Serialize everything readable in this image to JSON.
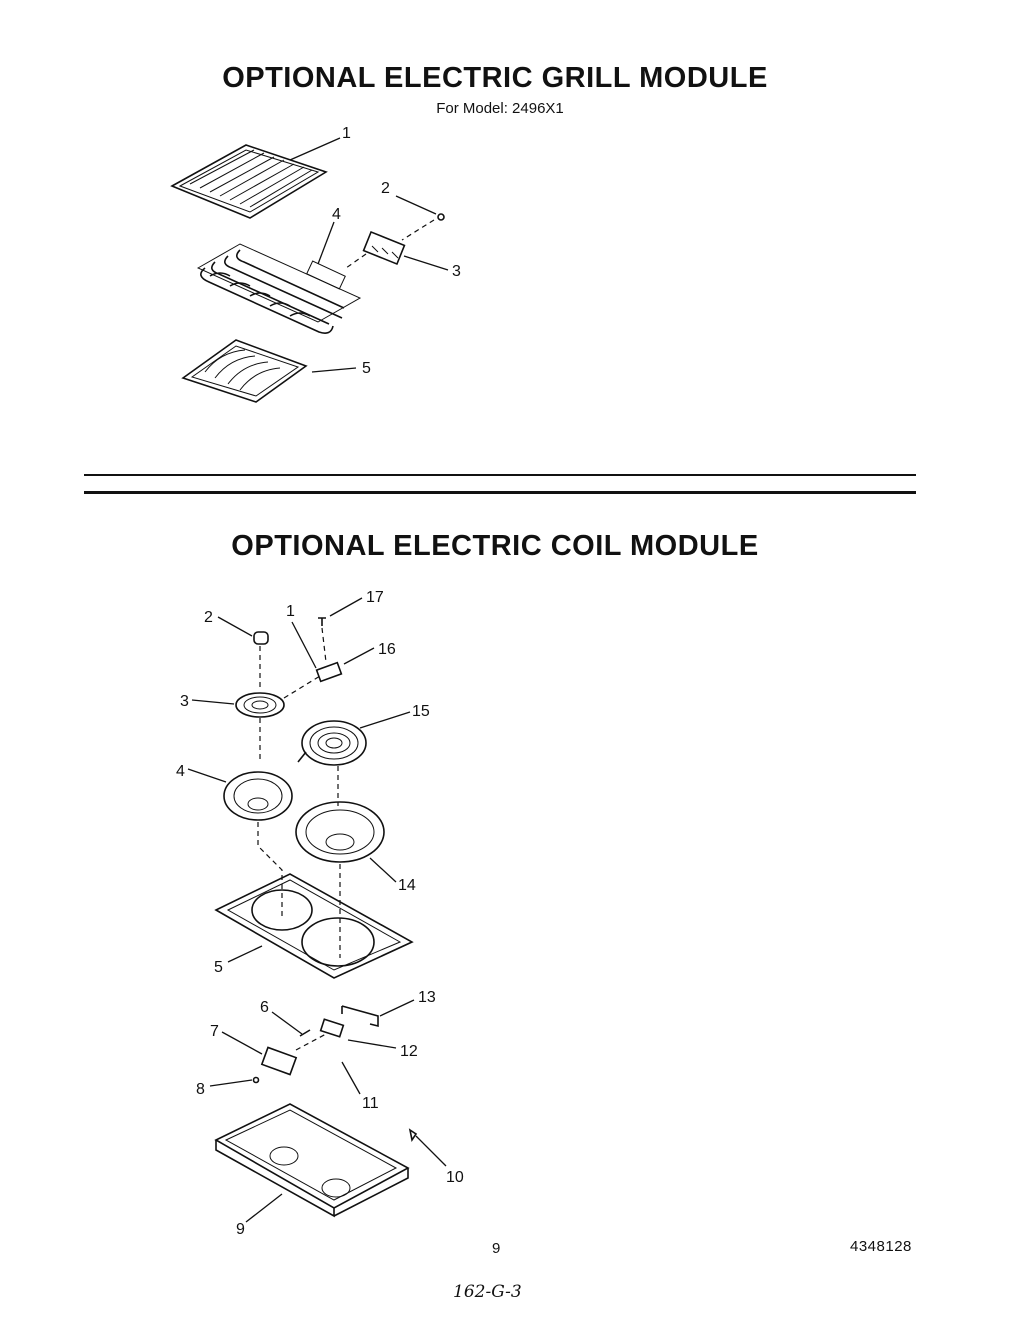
{
  "grill_module": {
    "title": "OPTIONAL ELECTRIC GRILL MODULE",
    "subtitle": "For Model: 2496X1",
    "callouts": [
      "1",
      "2",
      "3",
      "4",
      "5"
    ],
    "parts": [
      "grill-grate",
      "screw",
      "terminal-block",
      "heating-element",
      "grease-tray"
    ]
  },
  "coil_module": {
    "title": "OPTIONAL ELECTRIC COIL MODULE",
    "callouts": [
      "1",
      "2",
      "3",
      "4",
      "5",
      "6",
      "7",
      "8",
      "9",
      "10",
      "11",
      "12",
      "13",
      "14",
      "15",
      "16",
      "17"
    ]
  },
  "footer": {
    "page_number": "9",
    "document_number": "4348128",
    "handwritten_note": "162-G-3"
  }
}
